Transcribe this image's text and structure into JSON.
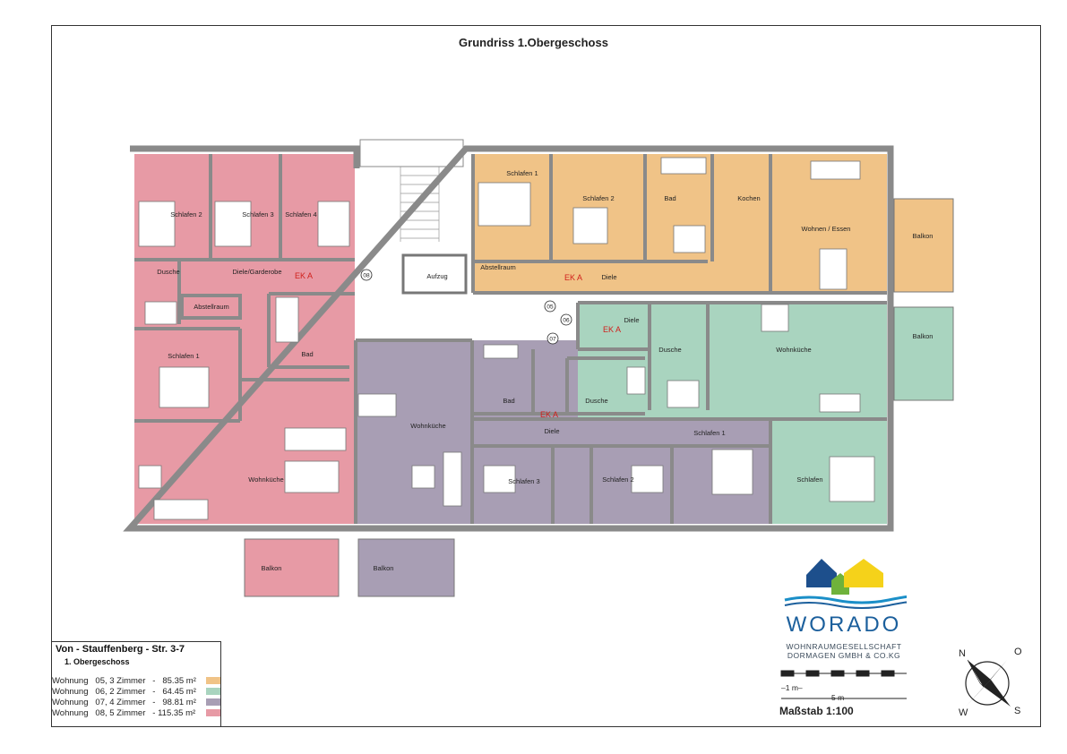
{
  "title": "Grundriss 1.Obergeschoss",
  "colors": {
    "w05": "#f0c387",
    "w06": "#a9d4bf",
    "w07": "#a89eb4",
    "w08": "#e79aa5",
    "wall": "#8a8a8a"
  },
  "legend": {
    "address": "Von - Stauffenberg - Str. 3-7",
    "floor": "1.  Obergeschoss",
    "rows": [
      {
        "text": "Wohnung   05, 3 Zimmer   -   85.35 m²",
        "color": "#f0c387"
      },
      {
        "text": "Wohnung   06, 2 Zimmer   -   64.45 m²",
        "color": "#a9d4bf"
      },
      {
        "text": "Wohnung   07, 4 Zimmer   -   98.81 m²",
        "color": "#a89eb4"
      },
      {
        "text": "Wohnung   08, 5 Zimmer   - 115.35 m²",
        "color": "#e79aa5"
      }
    ]
  },
  "rooms": {
    "w08_schlafen2": "Schlafen 2",
    "w08_schlafen3": "Schlafen 3",
    "w08_schlafen4": "Schlafen 4",
    "w08_dusche": "Dusche",
    "w08_diele": "Diele/Garderobe",
    "w08_abstell": "Abstellraum",
    "w08_bad": "Bad",
    "w08_schlafen1": "Schlafen 1",
    "w08_wohnkueche": "Wohnküche",
    "w08_balkon": "Balkon",
    "w07_wohnkueche": "Wohnküche",
    "w07_bad": "Bad",
    "w07_dusche": "Dusche",
    "w07_diele": "Diele",
    "w07_schlafen1": "Schlafen 1",
    "w07_schlafen2": "Schlafen 2",
    "w07_schlafen3": "Schlafen 3",
    "w07_balkon": "Balkon",
    "aufzug": "Aufzug",
    "w05_schlafen1": "Schlafen 1",
    "w05_schlafen2": "Schlafen 2",
    "w05_bad": "Bad",
    "w05_kochen": "Kochen",
    "w05_wohnen": "Wohnen / Essen",
    "w05_abstell": "Abstellraum",
    "w05_diele": "Diele",
    "w05_balkon": "Balkon",
    "w06_diele": "Diele",
    "w06_dusche": "Dusche",
    "w06_wohnkueche": "Wohnküche",
    "w06_schlafen": "Schlafen",
    "w06_balkon": "Balkon"
  },
  "ek_labels": {
    "w08": "EK A",
    "w05": "EK A",
    "w06": "EK A",
    "w07": "EK A"
  },
  "unit_numbers": {
    "n08": "08",
    "n05": "05",
    "n06": "06",
    "n07": "07"
  },
  "logo": {
    "brand": "WORADO",
    "sub1": "WOHNRAUMGESELLSCHAFT",
    "sub2": "DORMAGEN GMBH & CO.KG"
  },
  "scale": {
    "one_m": "–1 m–",
    "five_m": "5 m",
    "label": "Maßstab 1:100"
  },
  "compass": {
    "n": "N",
    "o": "O",
    "s": "S",
    "w": "W"
  }
}
